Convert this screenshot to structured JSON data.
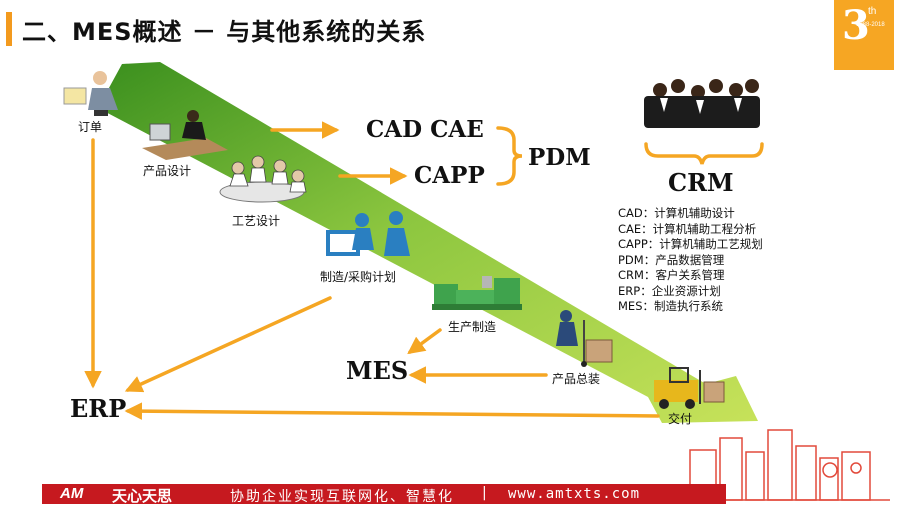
{
  "header": {
    "title": "二、MES概述 － 与其他系统的关系"
  },
  "badge": {
    "number": "3",
    "suffix": "th",
    "years": "1988-2018"
  },
  "stages": {
    "order": "订单",
    "product_design": "产品设计",
    "process_design": "工艺设计",
    "planning": "制造/采购计划",
    "production": "生产制造",
    "assembly": "产品总装",
    "delivery": "交付"
  },
  "systems": {
    "cad_cae": "CAD CAE",
    "capp": "CAPP",
    "pdm": "PDM",
    "customer": "客户",
    "crm": "CRM",
    "mes": "MES",
    "erp": "ERP"
  },
  "legend": [
    "CAD：计算机辅助设计",
    "CAE：计算机辅助工程分析",
    "CAPP：计算机辅助工艺规划",
    "PDM：产品数据管理",
    "CRM：客户关系管理",
    "ERP：企业资源计划",
    "MES：制造执行系统"
  ],
  "footer": {
    "logo": "AM",
    "brand": "天心天思",
    "slogan": "协助企业实现互联网化、智慧化",
    "separator": "|",
    "url": "www.amtxts.com"
  },
  "colors": {
    "accent": "#f39a1e",
    "arrow_orange": "#f5a623",
    "flow_green": "#7fc32b",
    "footer_red": "#c6191f",
    "skyline_red": "#e24a3b"
  }
}
